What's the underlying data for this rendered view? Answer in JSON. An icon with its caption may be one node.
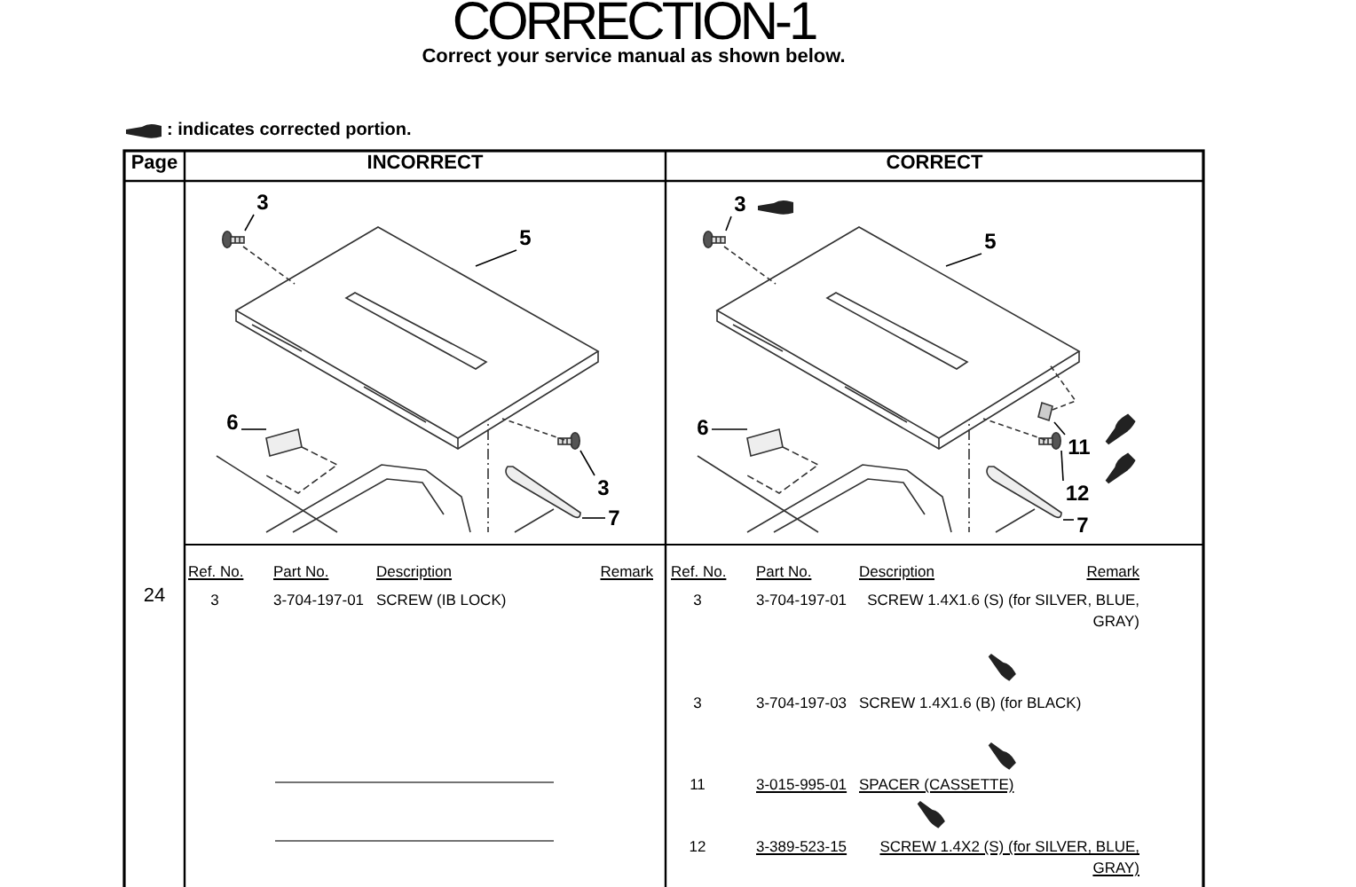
{
  "diagram": {
    "title": "CORRECTION-1",
    "nodes": [
      {
        "text": [
          "3"
        ]
      },
      {
        "text": [
          "5"
        ]
      },
      {
        "text": [
          "6"
        ]
      },
      {
        "text": [
          "3"
        ]
      },
      {
        "text": [
          "7"
        ]
      },
      {
        "text": [
          "3"
        ]
      },
      {
        "text": [
          "5"
        ]
      },
      {
        "text": [
          "6"
        ]
      },
      {
        "text": [
          "11"
        ]
      },
      {
        "text": [
          "12"
        ]
      },
      {
        "text": [
          "7"
        ]
      },
      {
        "text": [],
        "shape": "picture"
      },
      {
        "text": [],
        "shape": "picture"
      },
      {
        "text": [],
        "shape": "picture"
      },
      {
        "text": [],
        "shape": "picture"
      },
      {
        "text": [],
        "shape": "picture"
      },
      {
        "text": [],
        "shape": "picture"
      },
      {
        "text": [],
        "shape": "picture"
      },
      {
        "text": [],
        "shape": "picture"
      },
      {
        "text": [],
        "shape": "picture"
      },
      {
        "text": [],
        "shape": "picture"
      },
      {
        "text": [],
        "shape": "picture"
      }
    ],
    "edges": [
      {
        "from": 0,
        "to": 11,
        "arrow": "none"
      },
      {
        "from": 1,
        "to": 12,
        "arrow": "none"
      },
      {
        "from": 2,
        "to": 13,
        "arrow": "none"
      },
      {
        "from": 3,
        "to": 14,
        "arrow": "none"
      },
      {
        "from": 4,
        "to": 15,
        "arrow": "none"
      },
      {
        "from": 5,
        "to": 16,
        "arrow": "none"
      },
      {
        "from": 6,
        "to": 17,
        "arrow": "none"
      },
      {
        "from": 7,
        "to": 18,
        "arrow": "none"
      },
      {
        "from": 8,
        "to": 19,
        "arrow": "none"
      },
      {
        "from": 9,
        "to": 20,
        "arrow": "none"
      },
      {
        "from": 10,
        "to": 21,
        "arrow": "none"
      },
      {
        "from": 11,
        "to": 12,
        "arrow": "none",
        "style": "dashed"
      },
      {
        "from": 14,
        "to": 12,
        "arrow": "none",
        "style": "dashed"
      },
      {
        "from": 16,
        "to": 17,
        "arrow": "none",
        "style": "dashed"
      },
      {
        "from": 20,
        "to": 17,
        "arrow": "none",
        "style": "dashed"
      },
      {
        "from": 19,
        "to": 17,
        "arrow": "none",
        "style": "dashed"
      }
    ],
    "labels": [
      "Correct your service manual as shown below.",
      "Page",
      "INCORRECT",
      "CORRECT",
      "24",
      "Ref. No.",
      "Part No.",
      "Description",
      "Remark",
      "3",
      "3-704-197-01",
      "SCREW (IB LOCK)",
      "Ref. No.",
      "Part No.",
      "Description",
      "Remark",
      "3",
      "3-704-197-01",
      "SCREW 1.4X1.6 (S) (for SILVER, BLUE, GRAY)",
      "3",
      "3-704-197-03",
      "SCREW 1.4X1.6 (B) (for BLACK)",
      "11",
      "3-015-995-01",
      "SPACER (CASSETTE)",
      "12",
      "3-389-523-15",
      "SCREW 1.4X2 (S) (for SILVER, BLUE, GRAY)"
    ],
    "legend": [
      {
        "text": ": indicates corrected portion."
      }
    ]
  }
}
